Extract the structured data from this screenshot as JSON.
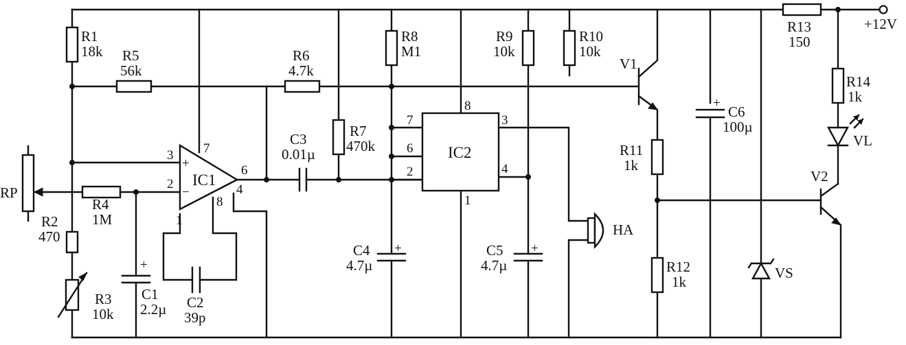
{
  "supply": {
    "label": "+12V"
  },
  "resistors": {
    "r1": {
      "name": "R1",
      "value": "18k"
    },
    "r2": {
      "name": "R2",
      "value": "470"
    },
    "r3": {
      "name": "R3",
      "value": "10k"
    },
    "r4": {
      "name": "R4",
      "value": "1M"
    },
    "r5": {
      "name": "R5",
      "value": "56k"
    },
    "r6": {
      "name": "R6",
      "value": "4.7k"
    },
    "r7": {
      "name": "R7",
      "value": "470k"
    },
    "r8": {
      "name": "R8",
      "value": "M1"
    },
    "r9": {
      "name": "R9",
      "value": "10k"
    },
    "r10": {
      "name": "R10",
      "value": "10k"
    },
    "r11": {
      "name": "R11",
      "value": "1k"
    },
    "r12": {
      "name": "R12",
      "value": "1k"
    },
    "r13": {
      "name": "R13",
      "value": "150"
    },
    "r14": {
      "name": "R14",
      "value": "1k"
    }
  },
  "capacitors": {
    "c1": {
      "name": "C1",
      "value": "2.2µ"
    },
    "c2": {
      "name": "C2",
      "value": "39p"
    },
    "c3": {
      "name": "C3",
      "value": "0.01µ"
    },
    "c4": {
      "name": "C4",
      "value": "4.7µ"
    },
    "c5": {
      "name": "C5",
      "value": "4.7µ"
    },
    "c6": {
      "name": "C6",
      "value": "100µ"
    }
  },
  "ic1": {
    "name": "IC1",
    "pins": {
      "p1": "1",
      "p2": "2",
      "p3": "3",
      "p4": "4",
      "p6": "6",
      "p7": "7",
      "p8": "8"
    },
    "plus": "+",
    "minus": "−"
  },
  "ic2": {
    "name": "IC2",
    "pins": {
      "p1": "1",
      "p2": "2",
      "p3": "3",
      "p4": "4",
      "p6": "6",
      "p7": "7",
      "p8": "8"
    }
  },
  "polarity": {
    "plus": "+"
  },
  "others": {
    "rp": "RP",
    "v1": "V1",
    "v2": "V2",
    "vl": "VL",
    "vs": "VS",
    "ha": "HA"
  }
}
